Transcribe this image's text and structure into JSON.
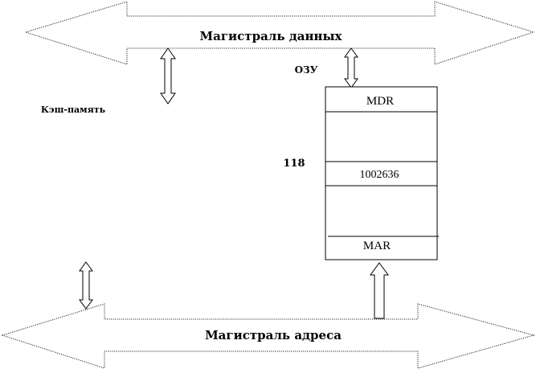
{
  "buses": {
    "data_bus_label": "Магистраль данных",
    "address_bus_label": "Магистраль адреса"
  },
  "labels": {
    "ram": "ОЗУ",
    "cache": "Кэш-память",
    "address_value": "118"
  },
  "memory": {
    "mdr": "MDR",
    "cell_value": "1002636",
    "mar": "MAR"
  },
  "colors": {
    "stroke": "#000000",
    "fill": "#ffffff"
  }
}
